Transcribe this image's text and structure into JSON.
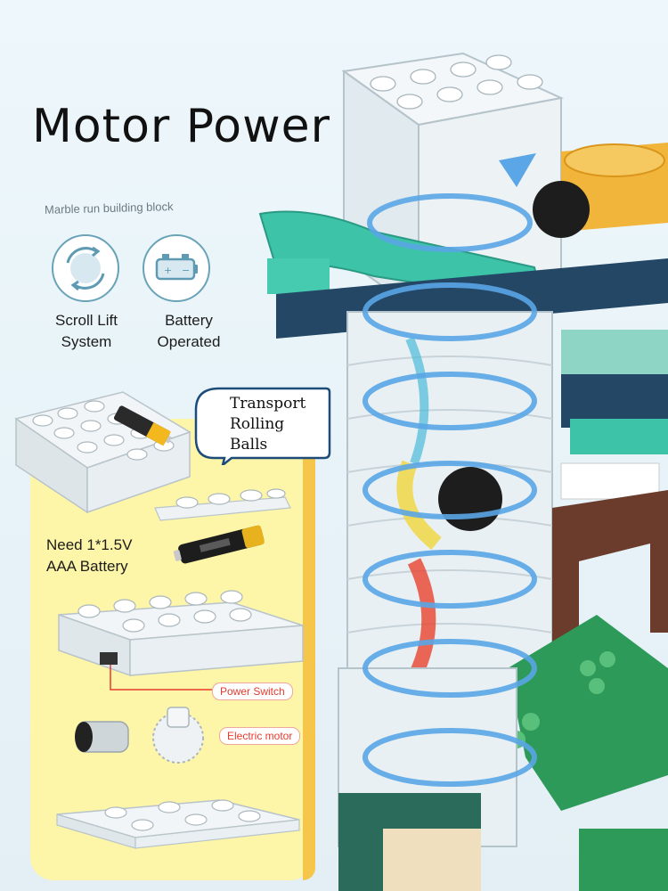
{
  "header": {
    "title": "Motor Power",
    "subtitle": "Marble run building block"
  },
  "features": [
    {
      "icon": "scroll-lift-icon",
      "label_line1": "Scroll Lift",
      "label_line2": "System"
    },
    {
      "icon": "battery-icon",
      "label_line1": "Battery",
      "label_line2": "Operated"
    }
  ],
  "speech_bubble": {
    "line1": "Transport",
    "line2": "Rolling",
    "line3": "Balls"
  },
  "battery_note": {
    "line1": "Need 1*1.5V",
    "line2": "AAA Battery"
  },
  "callouts": {
    "power_switch": "Power Switch",
    "electric_motor": "Electric motor"
  },
  "colors": {
    "panel": "#fdf5a8",
    "panel_edge": "#f6c64a",
    "teal": "#3cc3a8",
    "navy": "#244766",
    "spiral": "#5aa6e6",
    "callout_red": "#e63b2e"
  }
}
